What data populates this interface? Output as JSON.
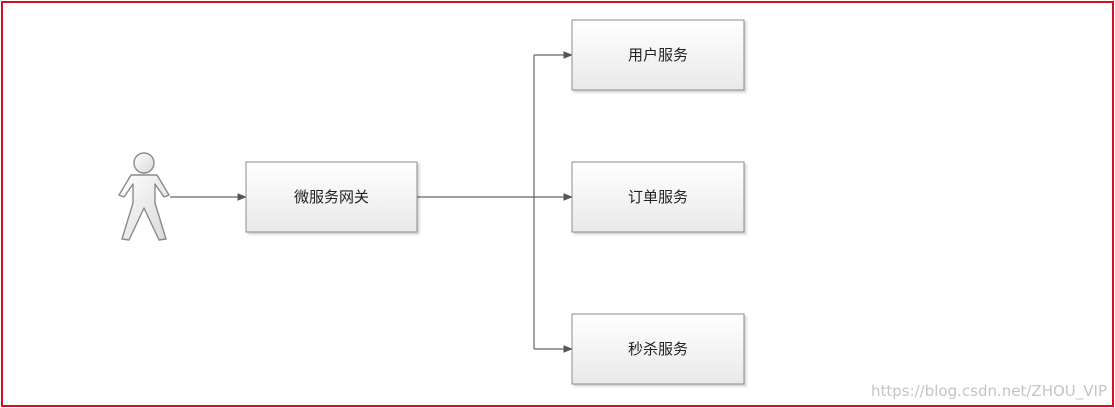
{
  "diagram": {
    "actor": "user-actor",
    "gateway": {
      "label": "微服务网关"
    },
    "services": [
      {
        "label": "用户服务"
      },
      {
        "label": "订单服务"
      },
      {
        "label": "秒杀服务"
      }
    ],
    "watermark": "https://blog.csdn.net/ZHOU_VIP"
  },
  "colors": {
    "frame": "#d0121f",
    "box_stroke": "#8c8c8c",
    "connector": "#666666",
    "actor_stroke": "#8a8a8a"
  }
}
